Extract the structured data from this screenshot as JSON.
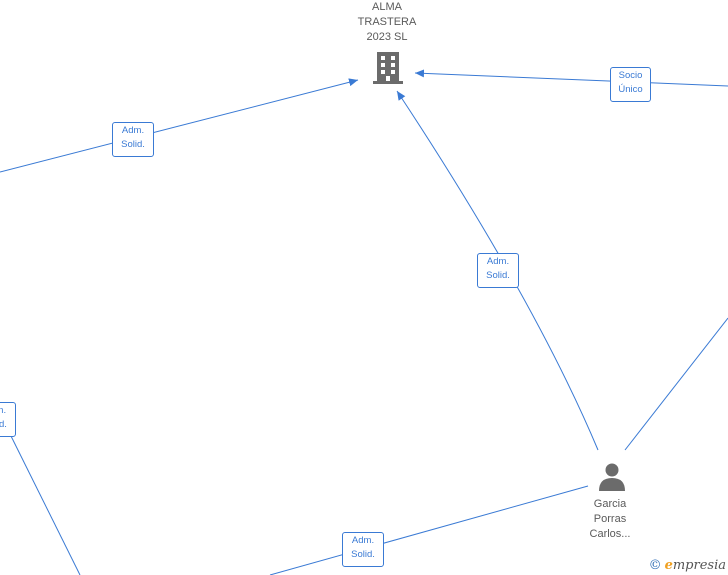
{
  "company": {
    "name_lines": [
      "ALMA",
      "TRASTERA",
      "2023  SL"
    ],
    "icon": "building-icon"
  },
  "person": {
    "name_lines": [
      "Garcia",
      "Porras",
      "Carlos..."
    ],
    "icon": "person-icon"
  },
  "edges": [
    {
      "id": "left-top",
      "lines": [
        "Adm.",
        "Solid."
      ]
    },
    {
      "id": "right-top",
      "lines": [
        "Socio",
        "Único"
      ]
    },
    {
      "id": "center",
      "lines": [
        "Adm.",
        "Solid."
      ]
    },
    {
      "id": "left-mid",
      "lines": [
        "Adm.",
        "Solid."
      ]
    },
    {
      "id": "bottom",
      "lines": [
        "Adm.",
        "Solid."
      ]
    }
  ],
  "watermark": {
    "copyright": "©",
    "brand_initial": "e",
    "brand_rest": "mpresia"
  },
  "colors": {
    "edge": "#3a7ad4",
    "icon": "#6b6b6b",
    "label": "#5a5a5a"
  }
}
